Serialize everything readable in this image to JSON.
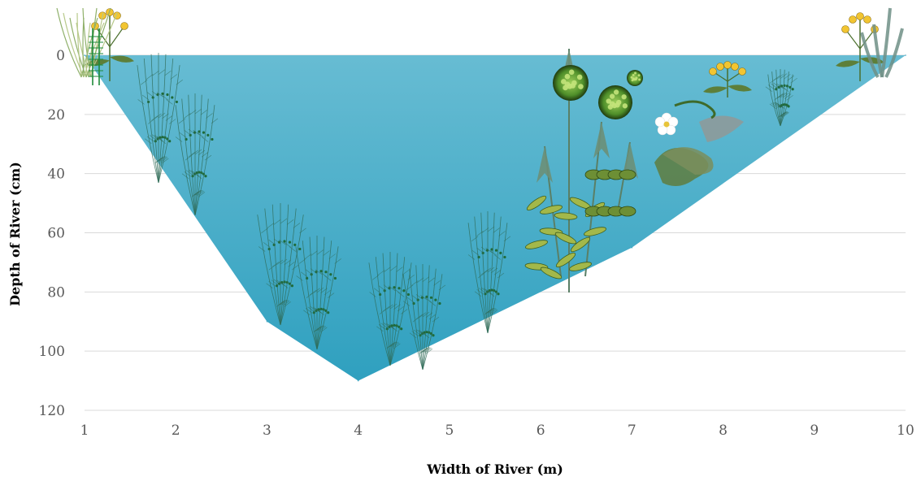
{
  "chart_data": {
    "type": "area",
    "xlabel": "Width of River (m)",
    "ylabel": "Depth of River (cm)",
    "x": [
      1,
      3,
      4,
      7,
      10
    ],
    "series": [
      {
        "values": [
          0,
          90,
          110,
          65,
          0
        ]
      }
    ],
    "xlim": [
      1,
      10
    ],
    "ylim": [
      0,
      120
    ],
    "y_axis_inverted": true,
    "x_ticks": [
      "1",
      "2",
      "3",
      "4",
      "5",
      "6",
      "7",
      "8",
      "9",
      "10"
    ],
    "y_ticks": [
      "0",
      "20",
      "40",
      "60",
      "80",
      "100",
      "120"
    ],
    "grid": "horizontal",
    "colors": {
      "water": "#5bb6cf",
      "water_deep": "#3ea7c3",
      "grid": "#d9d9d9",
      "tick": "#595959"
    },
    "illustrations": [
      "reed-grass-icon",
      "yellow-flower-plant-icon",
      "horsetail-icon",
      "submerged-weed-icon",
      "duckweed-icon",
      "arrowhead-plant-icon",
      "pondweed-icon",
      "water-lily-icon",
      "sedge-icon"
    ]
  }
}
